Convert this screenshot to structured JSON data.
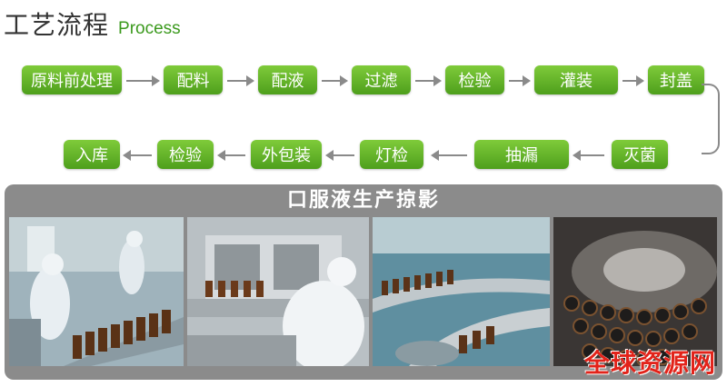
{
  "title": {
    "cn": "工艺流程",
    "en": "Process"
  },
  "steps_row1": [
    "原料前处理",
    "配料",
    "配液",
    "过滤",
    "检验",
    "灌装",
    "封盖"
  ],
  "steps_row2": [
    "灭菌",
    "抽漏",
    "灯检",
    "外包装",
    "检验",
    "入库"
  ],
  "photo_section": {
    "title": "口服液生产掠影"
  },
  "watermark": "全球资源网",
  "colors": {
    "step_green": "#5fae26",
    "title_green": "#3c9a1e",
    "panel_gray": "#8b8b8b",
    "watermark_red": "#e2231a"
  }
}
